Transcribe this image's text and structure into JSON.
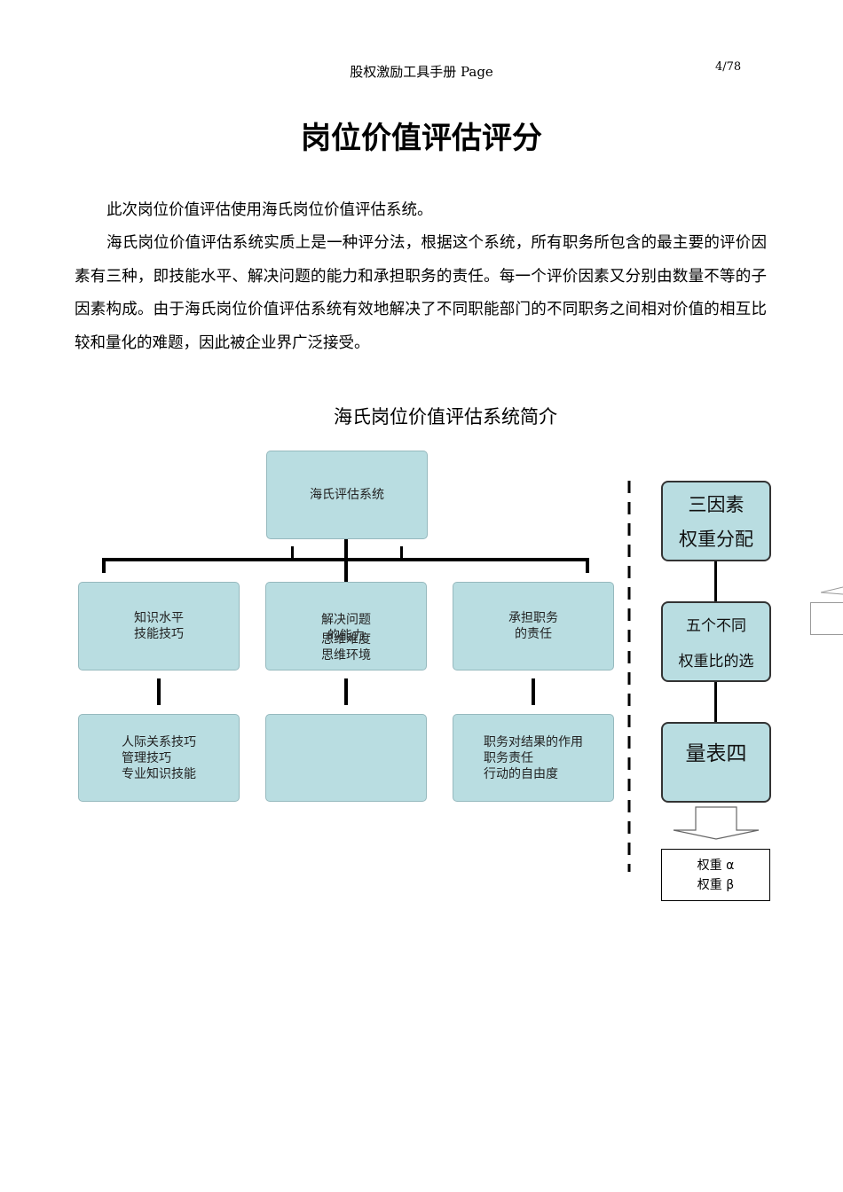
{
  "header": {
    "title": "股权激励工具手册 Page",
    "page": "4/78"
  },
  "page_title": "岗位价值评估评分",
  "paragraphs": [
    "此次岗位价值评估使用海氏岗位价值评估系统。",
    "海氏岗位价值评估系统实质上是一种评分法，根据这个系统，所有职务所包含的最主要的评价因素有三种，即技能水平、解决问题的能力和承担职务的责任。每一个评价因素又分别由数量不等的子因素构成。由于海氏岗位价值评估系统有效地解决了不同职能部门的不同职务之间相对价值的相互比较和量化的难题，因此被企业界广泛接受。"
  ],
  "diagram": {
    "title": "海氏岗位价值评估系统简介",
    "root": "海氏评估系统",
    "factors": [
      {
        "lines": [
          "知识水平",
          "技能技巧"
        ]
      },
      {
        "lines": [
          "解决问题",
          "的能力"
        ],
        "overlap": "思维难度",
        "extra": "思维环境"
      },
      {
        "lines": [
          "承担职务",
          "的责任"
        ]
      }
    ],
    "subfactors": [
      [
        "人际关系技巧",
        "管理技巧",
        "专业知识技能"
      ],
      [],
      [
        "职务对结果的作用",
        "职务责任",
        "行动的自由度"
      ]
    ],
    "right_flow": {
      "box1": [
        "三因素",
        "权重分配"
      ],
      "box2": [
        "五个不同",
        "权重比的选"
      ],
      "box3": [
        "量表四"
      ],
      "weights": [
        "权重 α",
        "权重 β"
      ]
    }
  },
  "colors": {
    "box_fill": "#b9dde1",
    "box_border": "#96b9be"
  }
}
